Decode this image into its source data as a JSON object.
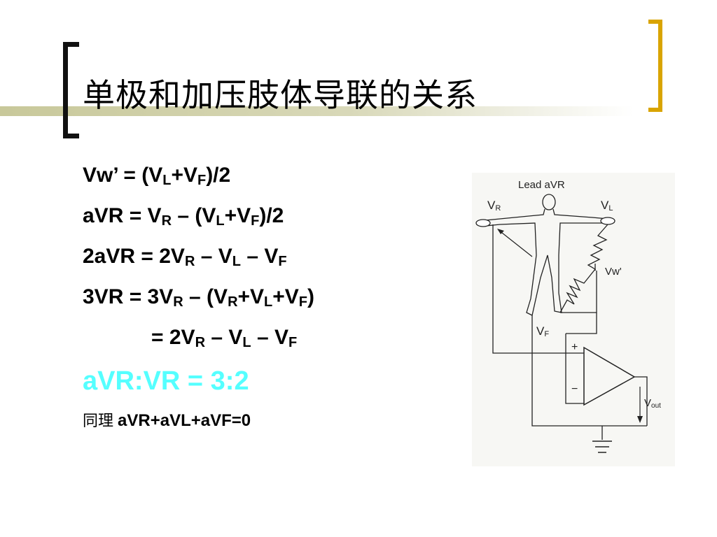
{
  "slide": {
    "title": "单极和加压肢体导联的关系",
    "equations": [
      {
        "parts": [
          "Vw’ = (V",
          "L",
          "+V",
          "F",
          ")/2"
        ]
      },
      {
        "parts": [
          "aVR = V",
          "R",
          " – (V",
          "L",
          "+V",
          "F",
          ")/2"
        ]
      },
      {
        "parts": [
          "2aVR = 2V",
          "R",
          " – V",
          "L",
          " – V",
          "F"
        ]
      },
      {
        "parts": [
          "3VR = 3V",
          "R",
          " – (V",
          "R",
          "+V",
          "L",
          "+V",
          "F",
          ")"
        ]
      },
      {
        "parts": [
          "= 2V",
          "R",
          " – V",
          "L",
          " – V",
          "F"
        ]
      }
    ],
    "ratio": "aVR:VR = 3:2",
    "similarly_prefix": "同理",
    "similarly_expr": "aVR+aVL+aVF=0",
    "accent_color": "#d9a400",
    "ratio_color": "#55ffff"
  },
  "figure": {
    "title": "Lead aVR",
    "label_vr": {
      "main": "V",
      "sub": "R"
    },
    "label_vl": {
      "main": "V",
      "sub": "L"
    },
    "label_vw": "Vw'",
    "label_vf": {
      "main": "V",
      "sub": "F"
    },
    "plus": "+",
    "minus": "−",
    "vout": {
      "main": "V",
      "sub": "out"
    }
  }
}
